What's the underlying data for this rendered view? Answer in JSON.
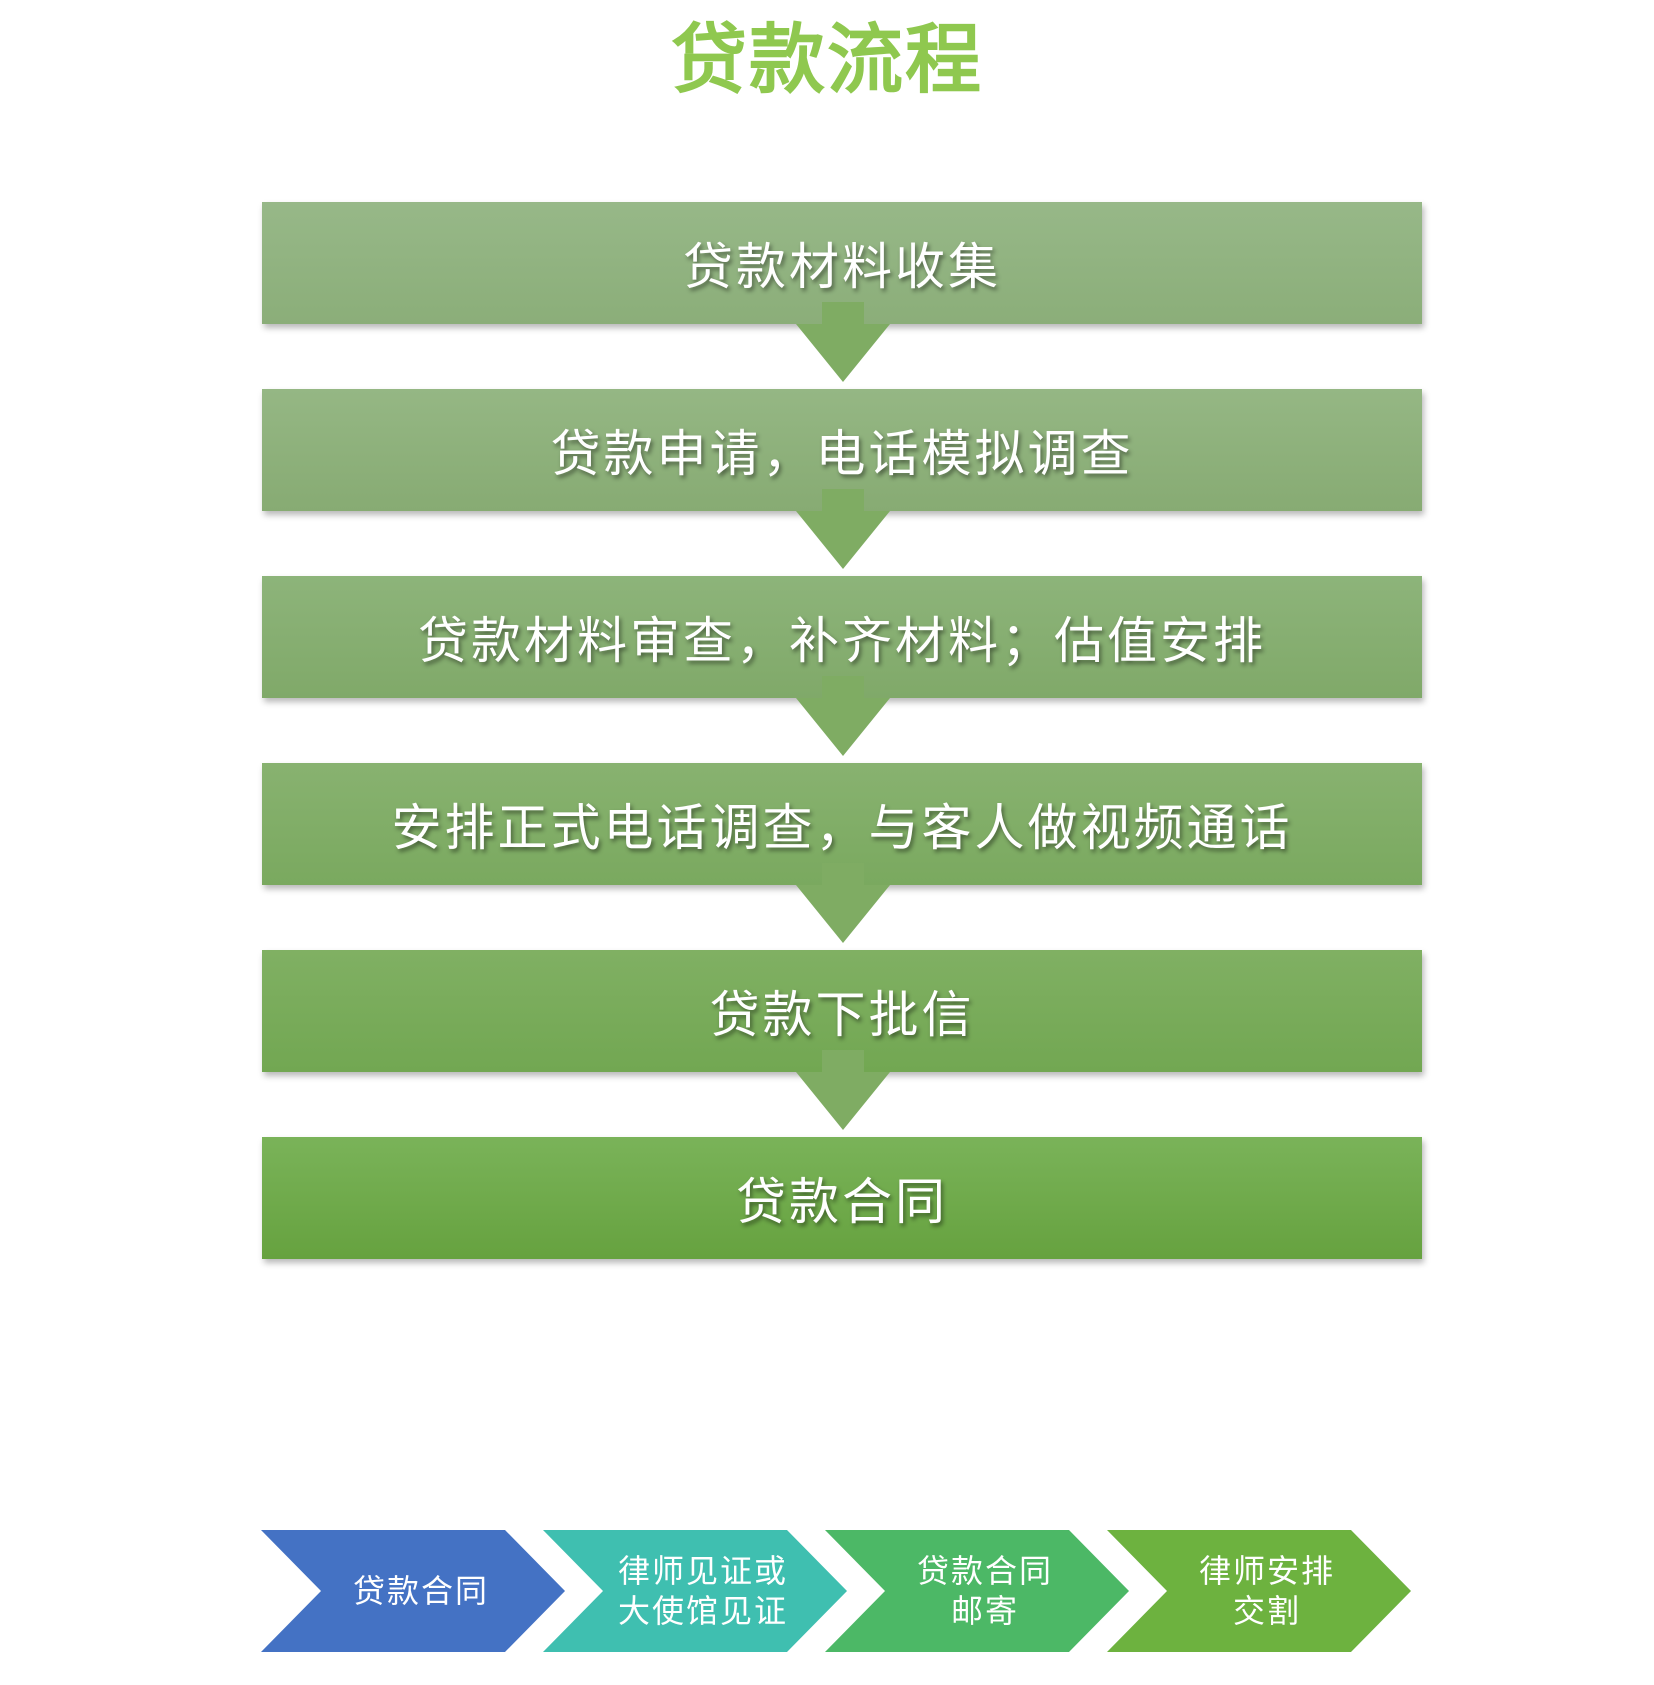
{
  "title": "贷款流程",
  "steps": [
    {
      "label": "贷款材料收集",
      "color_top": "#97b888",
      "color_bottom": "#8bae79"
    },
    {
      "label": "贷款申请，电话模拟调查",
      "color_top": "#95b784",
      "color_bottom": "#87ab73"
    },
    {
      "label": "贷款材料审查，补齐材料；估值安排",
      "color_top": "#8db47a",
      "color_bottom": "#80a969"
    },
    {
      "label": "安排正式电话调查，与客人做视频通话",
      "color_top": "#88b270",
      "color_bottom": "#7aa95f"
    },
    {
      "label": "贷款下批信",
      "color_top": "#80b063",
      "color_bottom": "#72a752"
    },
    {
      "label": "贷款合同",
      "color_top": "#7ab359",
      "color_bottom": "#66a23f"
    }
  ],
  "arrow_color": "#7fac63",
  "process": [
    {
      "lines": [
        "贷款合同"
      ],
      "color": "#4472c4"
    },
    {
      "lines": [
        "律师见证或",
        "大使馆见证"
      ],
      "color": "#3fbfb0"
    },
    {
      "lines": [
        "贷款合同",
        "邮寄"
      ],
      "color": "#4cb866"
    },
    {
      "lines": [
        "律师安排",
        "交割"
      ],
      "color": "#6db23f"
    }
  ]
}
